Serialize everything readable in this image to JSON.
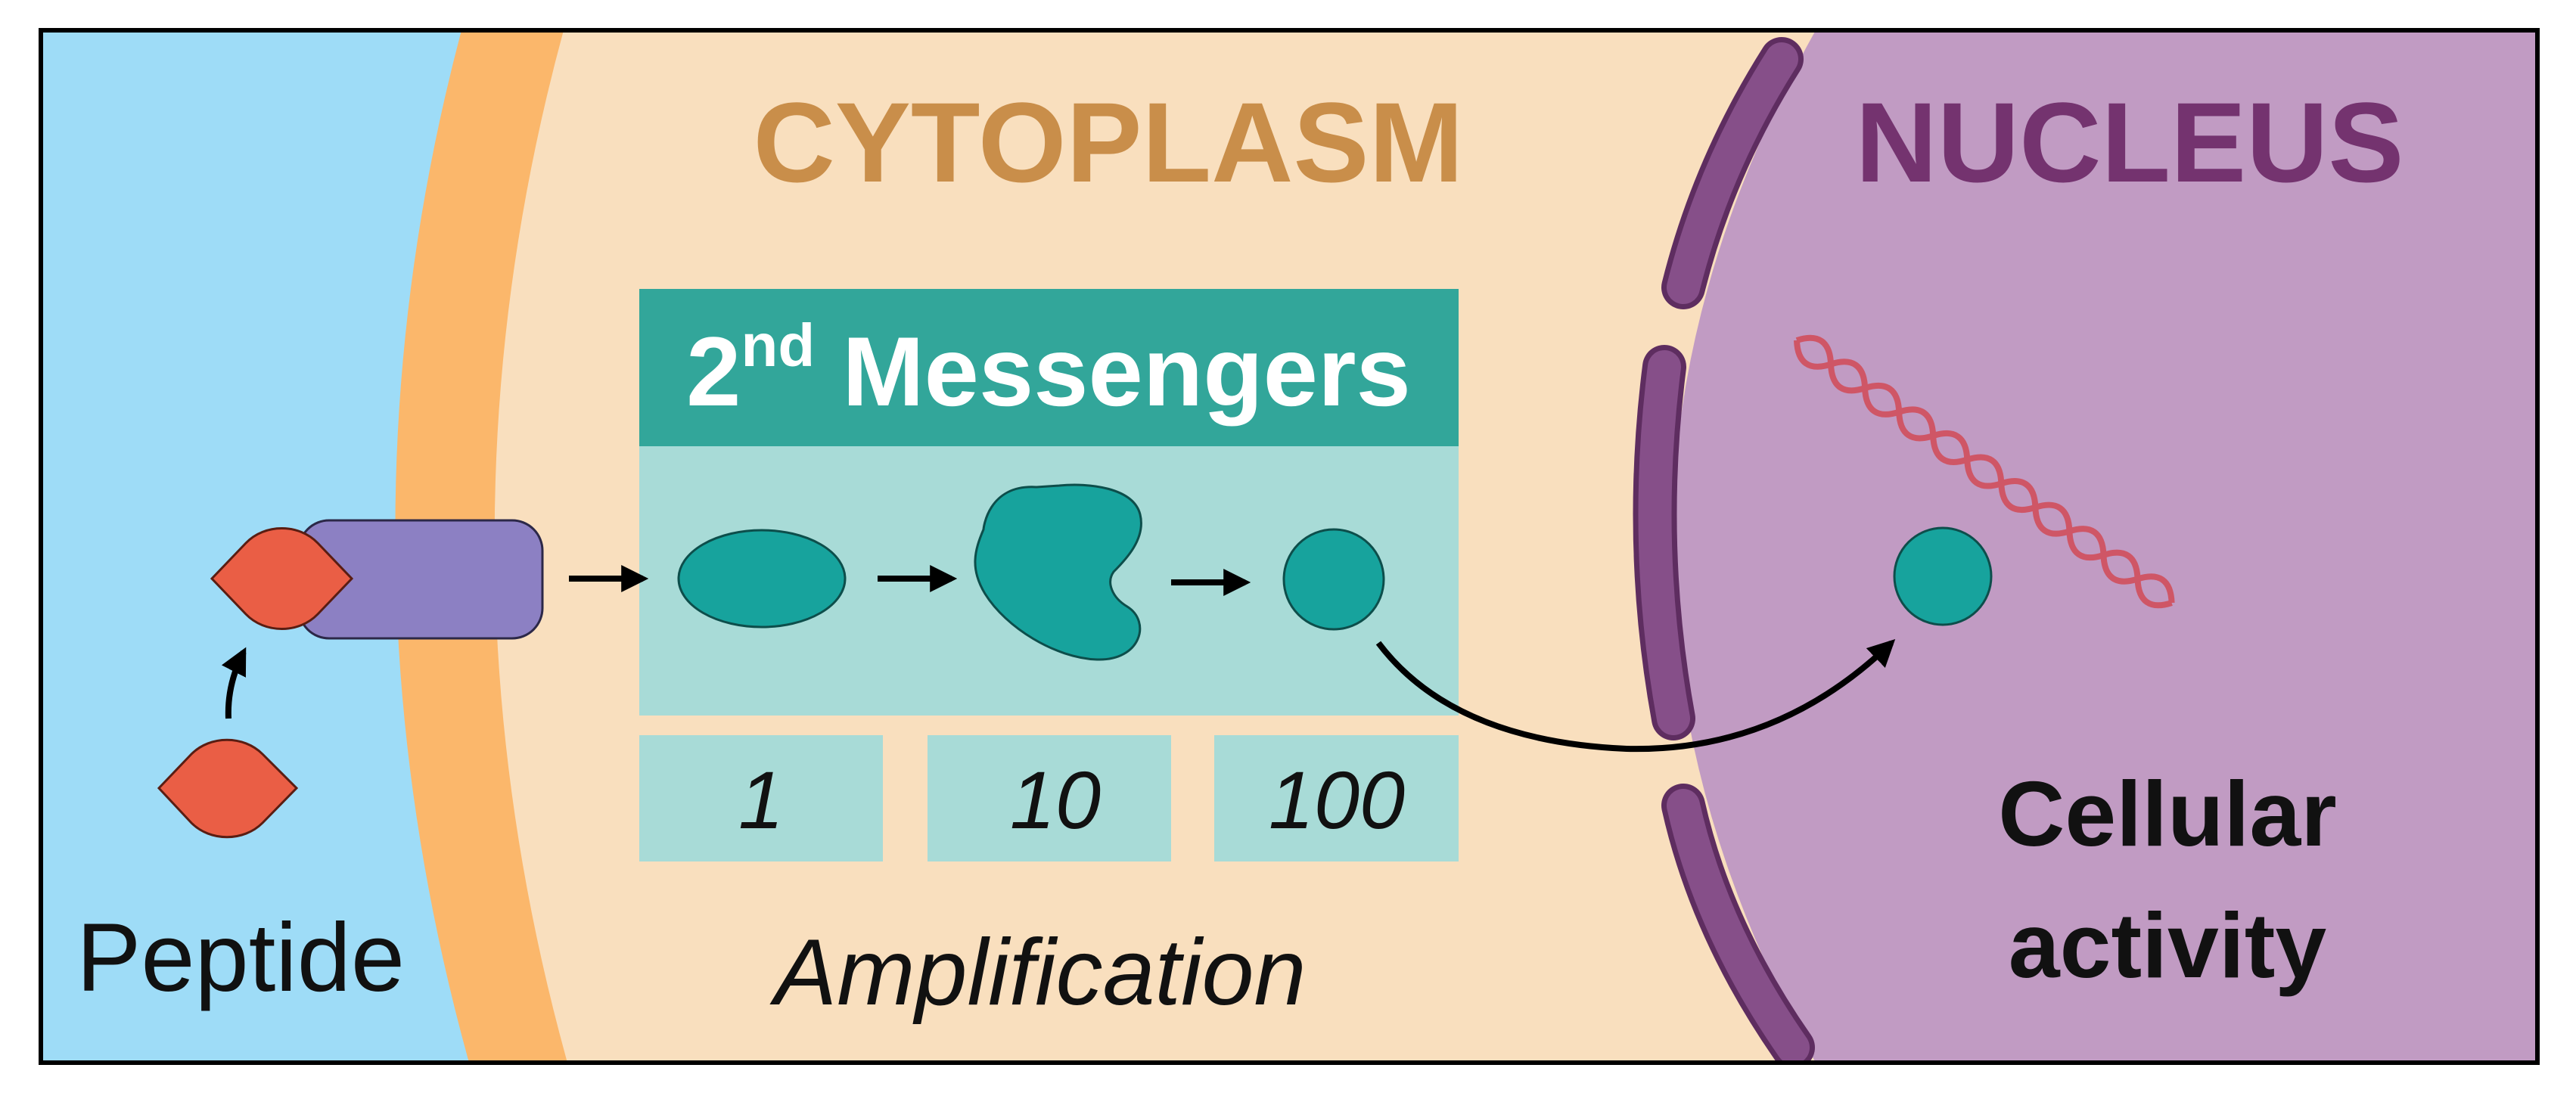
{
  "regions": {
    "cytoplasm": "CYTOPLASM",
    "nucleus": "NUCLEUS"
  },
  "messengers_box": {
    "title_prefix": "2",
    "title_sup": "nd",
    "title_rest": " Messengers"
  },
  "amplification": {
    "counts": [
      "1",
      "10",
      "100"
    ],
    "label": "Amplification"
  },
  "peptide_label": "Peptide",
  "cellular_activity": {
    "line1": "Cellular",
    "line2": "activity"
  },
  "colors": {
    "extracellular": "#9edcf7",
    "membrane": "#fbb76b",
    "cytoplasm": "#f9dfbe",
    "nucleus": "#c19bc3",
    "nuclear_envelope": "#864f89",
    "cytoplasm_text": "#c98e4a",
    "nucleus_text": "#74336f",
    "box_header": "#32a69a",
    "box_body": "#a8dbd7",
    "teal_shape": "#17a39d",
    "peptide": "#ea5e45",
    "receptor": "#8c80c3",
    "dna": "#cf5666"
  }
}
